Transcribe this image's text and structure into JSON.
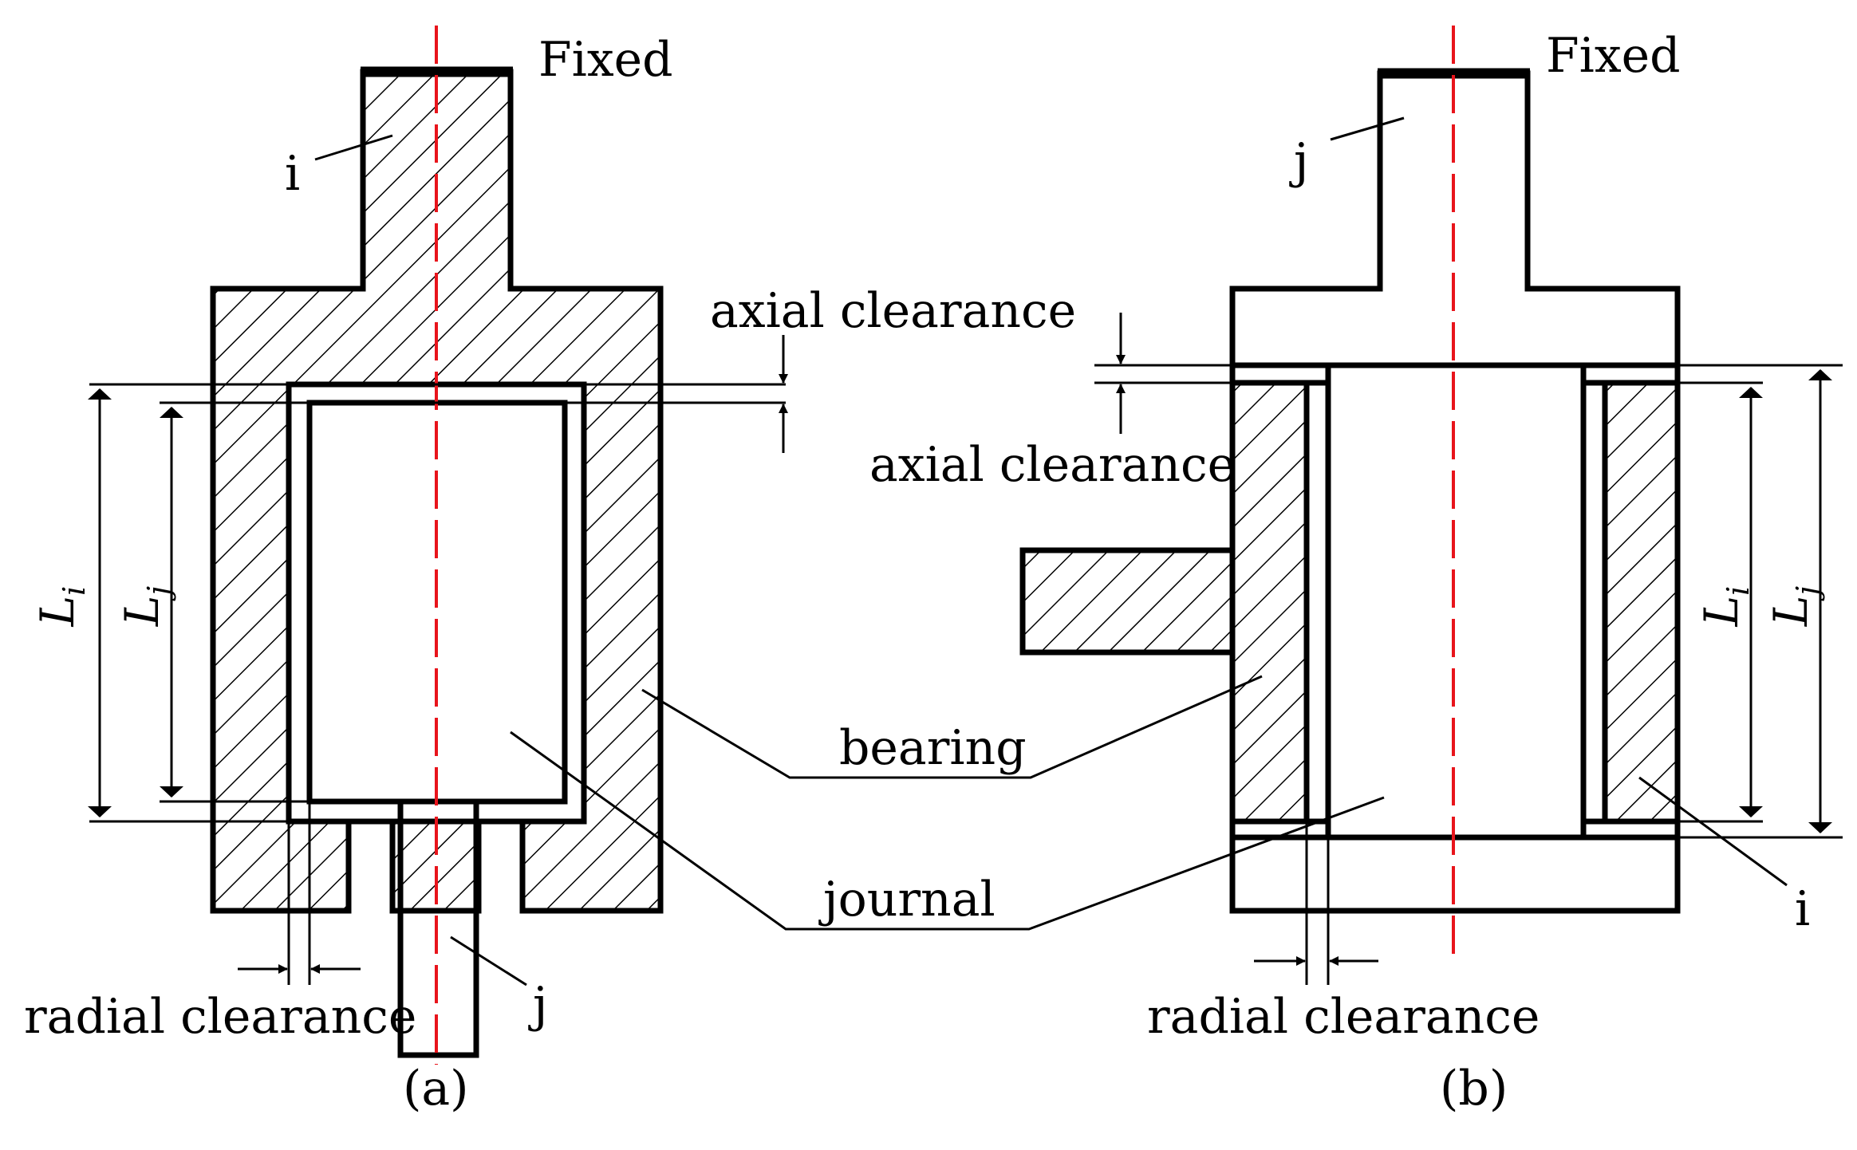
{
  "figure_a": {
    "caption": "(a)",
    "fixed_label": "Fixed",
    "bearing_part_label": "i",
    "journal_part_label": "j",
    "length_outer_symbol": "L",
    "length_outer_subscript": "i",
    "length_inner_symbol": "L",
    "length_inner_subscript": "j",
    "axial_clearance_label": "axial clearance",
    "radial_clearance_label": "radial clearance"
  },
  "figure_b": {
    "caption": "(b)",
    "fixed_label": "Fixed",
    "journal_part_label": "j",
    "bearing_part_label": "i",
    "length_inner_symbol": "L",
    "length_inner_subscript": "i",
    "length_outer_symbol": "L",
    "length_outer_subscript": "j",
    "axial_clearance_label": "axial clearance",
    "radial_clearance_label": "radial clearance"
  },
  "shared": {
    "bearing_label": "bearing",
    "journal_label": "journal"
  },
  "colors": {
    "outline": "#000000",
    "centerline": "#e8141b",
    "background": "#ffffff"
  }
}
